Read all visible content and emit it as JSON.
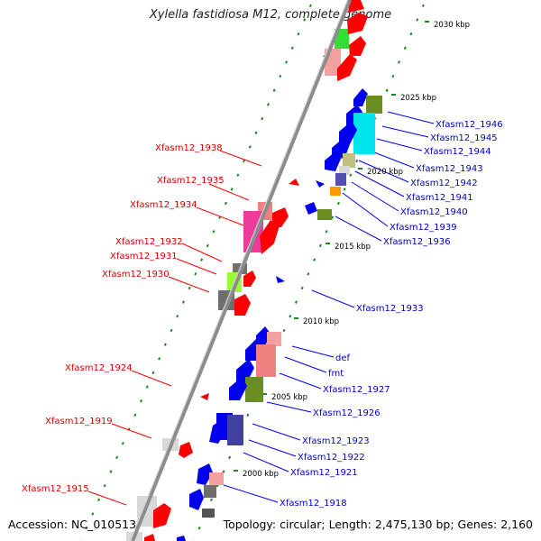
{
  "title": "Xylella fastidiosa M12, complete genome",
  "footer": {
    "accession": "Accession: NC_010513",
    "summary": "Topology: circular; Length: 2,475,130 bp; Genes: 2,160"
  },
  "colors": {
    "backbone": "#8c8c8c",
    "tick_dots": "#1a8a1a",
    "label_left": "#d40000",
    "label_right": "#0000c8",
    "connector_left": "#ff0000",
    "connector_right": "#0000ff"
  },
  "kbp_ticks": [
    "2030 kbp",
    "2025 kbp",
    "2020 kbp",
    "2015 kbp",
    "2010 kbp",
    "2005 kbp",
    "2000 kbp"
  ],
  "left_labels": [
    "Xfasm12_1938",
    "Xfasm12_1935",
    "Xfasm12_1934",
    "Xfasm12_1932",
    "Xfasm12_1931",
    "Xfasm12_1930",
    "Xfasm12_1924",
    "Xfasm12_1919",
    "Xfasm12_1915"
  ],
  "right_labels": [
    "Xfasm12_1946",
    "Xfasm12_1945",
    "Xfasm12_1944",
    "Xfasm12_1943",
    "Xfasm12_1942",
    "Xfasm12_1941",
    "Xfasm12_1940",
    "Xfasm12_1939",
    "Xfasm12_1936",
    "Xfasm12_1933",
    "def",
    "fmt",
    "Xfasm12_1927",
    "Xfasm12_1926",
    "Xfasm12_1923",
    "Xfasm12_1922",
    "Xfasm12_1921",
    "Xfasm12_1918"
  ]
}
